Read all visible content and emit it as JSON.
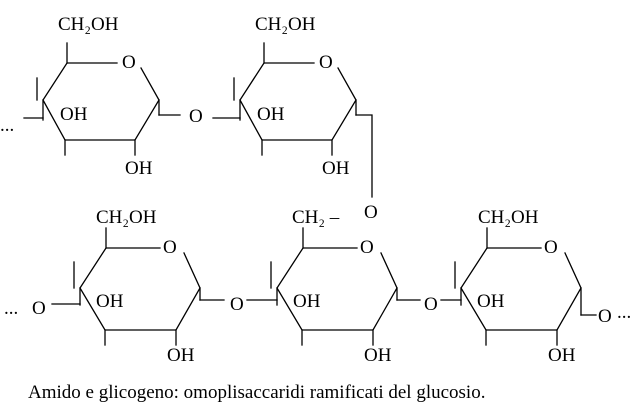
{
  "labels": {
    "ch2oh": "CH₂OH",
    "ch2": "CH₂ –",
    "o": "O",
    "oh": "OH",
    "ellipsis": "..."
  },
  "caption": "Amido e glicogeno: omoplisaccaridi ramificati del glucosio."
}
